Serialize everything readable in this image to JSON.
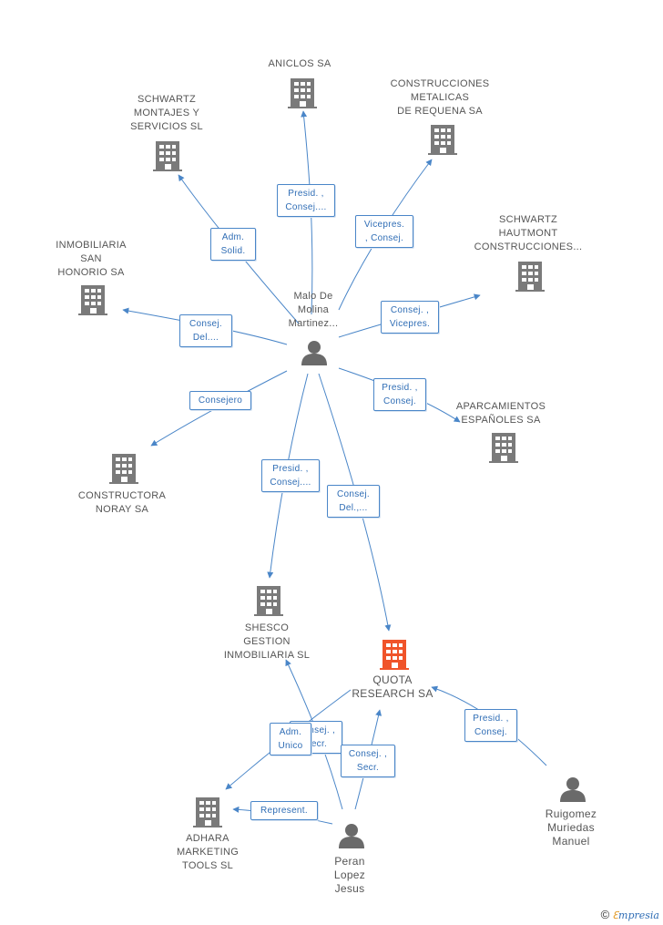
{
  "colors": {
    "edge": "#4a86c8",
    "building": "#7a7a7a",
    "building_focus": "#f0542a",
    "person": "#6a6a6a"
  },
  "nodes": {
    "aniclos": "ANICLOS SA",
    "construcciones_metalicas": "CONSTRUCCIONES\nMETALICAS\nDE REQUENA SA",
    "schwartz_montajes": "SCHWARTZ\nMONTAJES Y\nSERVICIOS SL",
    "schwartz_hautmont": "SCHWARTZ\nHAUTMONT\nCONSTRUCCIONES...",
    "inmobiliaria_san_honorio": "INMOBILIARIA\nSAN\nHONORIO SA",
    "malo_de_molina": "Malo De\nMolina\nMartinez...",
    "aparcamientos": "APARCAMIENTOS\nESPAÑOLES SA",
    "constructora_noray": "CONSTRUCTORA\nNORAY SA",
    "shesco": "SHESCO\nGESTION\nINMOBILIARIA SL",
    "quota": "QUOTA\nRESEARCH SA",
    "ruigomez": "Ruigomez\nMuriedas\nManuel",
    "adhara": "ADHARA\nMARKETING\nTOOLS SL",
    "peran": "Peran\nLopez\nJesus"
  },
  "edges": {
    "aniclos": "Presid. ,\nConsej....",
    "construcciones": "Vicepres.\n, Consej.",
    "schwartz_montajes": "Adm.\nSolid.",
    "schwartz_hautmont": "Consej. ,\nVicepres.",
    "inmobiliaria": "Consej.\nDel....",
    "aparcamientos": "Presid. ,\nConsej.",
    "noray": "Consejero",
    "shesco_malo": "Presid. ,\nConsej....",
    "quota_malo": "Consej.\nDel.,...",
    "ruigomez_quota": "Presid. ,\nConsej.",
    "peran_quota": "Consej. ,\nSecr.",
    "peran_shesco": "Consej. ,\nSecr.",
    "adm_unico": "Adm.\nUnico",
    "represent": "Represent."
  },
  "footer": {
    "copyright": "©",
    "brand_first": "ℇ",
    "brand_rest": "mpresia"
  }
}
